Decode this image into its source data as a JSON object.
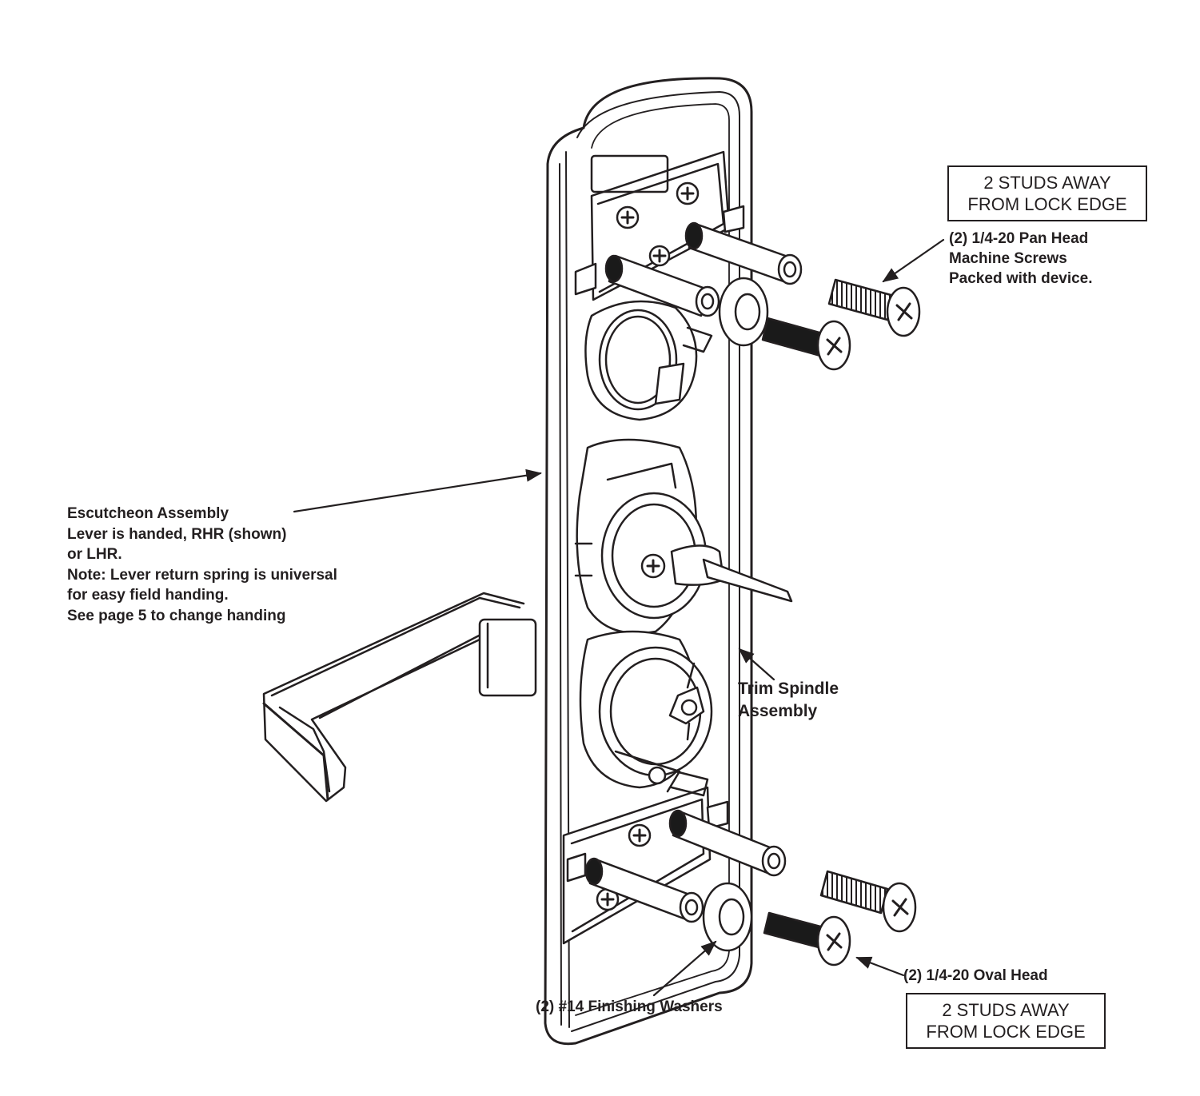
{
  "callouts": {
    "studs_top": {
      "line1": "2 STUDS AWAY",
      "line2": "FROM LOCK EDGE"
    },
    "pan_head": {
      "line1": "(2) 1/4-20 Pan Head",
      "line2": "Machine Screws",
      "line3": "Packed with device."
    },
    "escutcheon": {
      "lines": [
        "Escutcheon Assembly",
        "Lever is handed, RHR (shown)",
        "or LHR.",
        "Note: Lever return spring is universal",
        "for easy field handing.",
        "See page 5 to change handing"
      ]
    },
    "trim_spindle": {
      "line1": "Trim Spindle",
      "line2": "Assembly"
    },
    "oval_head": {
      "line1": "(2) 1/4-20 Oval Head"
    },
    "washers": {
      "line1": "(2) #14 Finishing Washers"
    },
    "studs_bottom": {
      "line1": "2 STUDS AWAY",
      "line2": "FROM LOCK EDGE"
    }
  },
  "colors": {
    "ink": "#231f20",
    "paper": "#ffffff",
    "shade": "#d9d9d9",
    "dark": "#1a1a1a"
  }
}
